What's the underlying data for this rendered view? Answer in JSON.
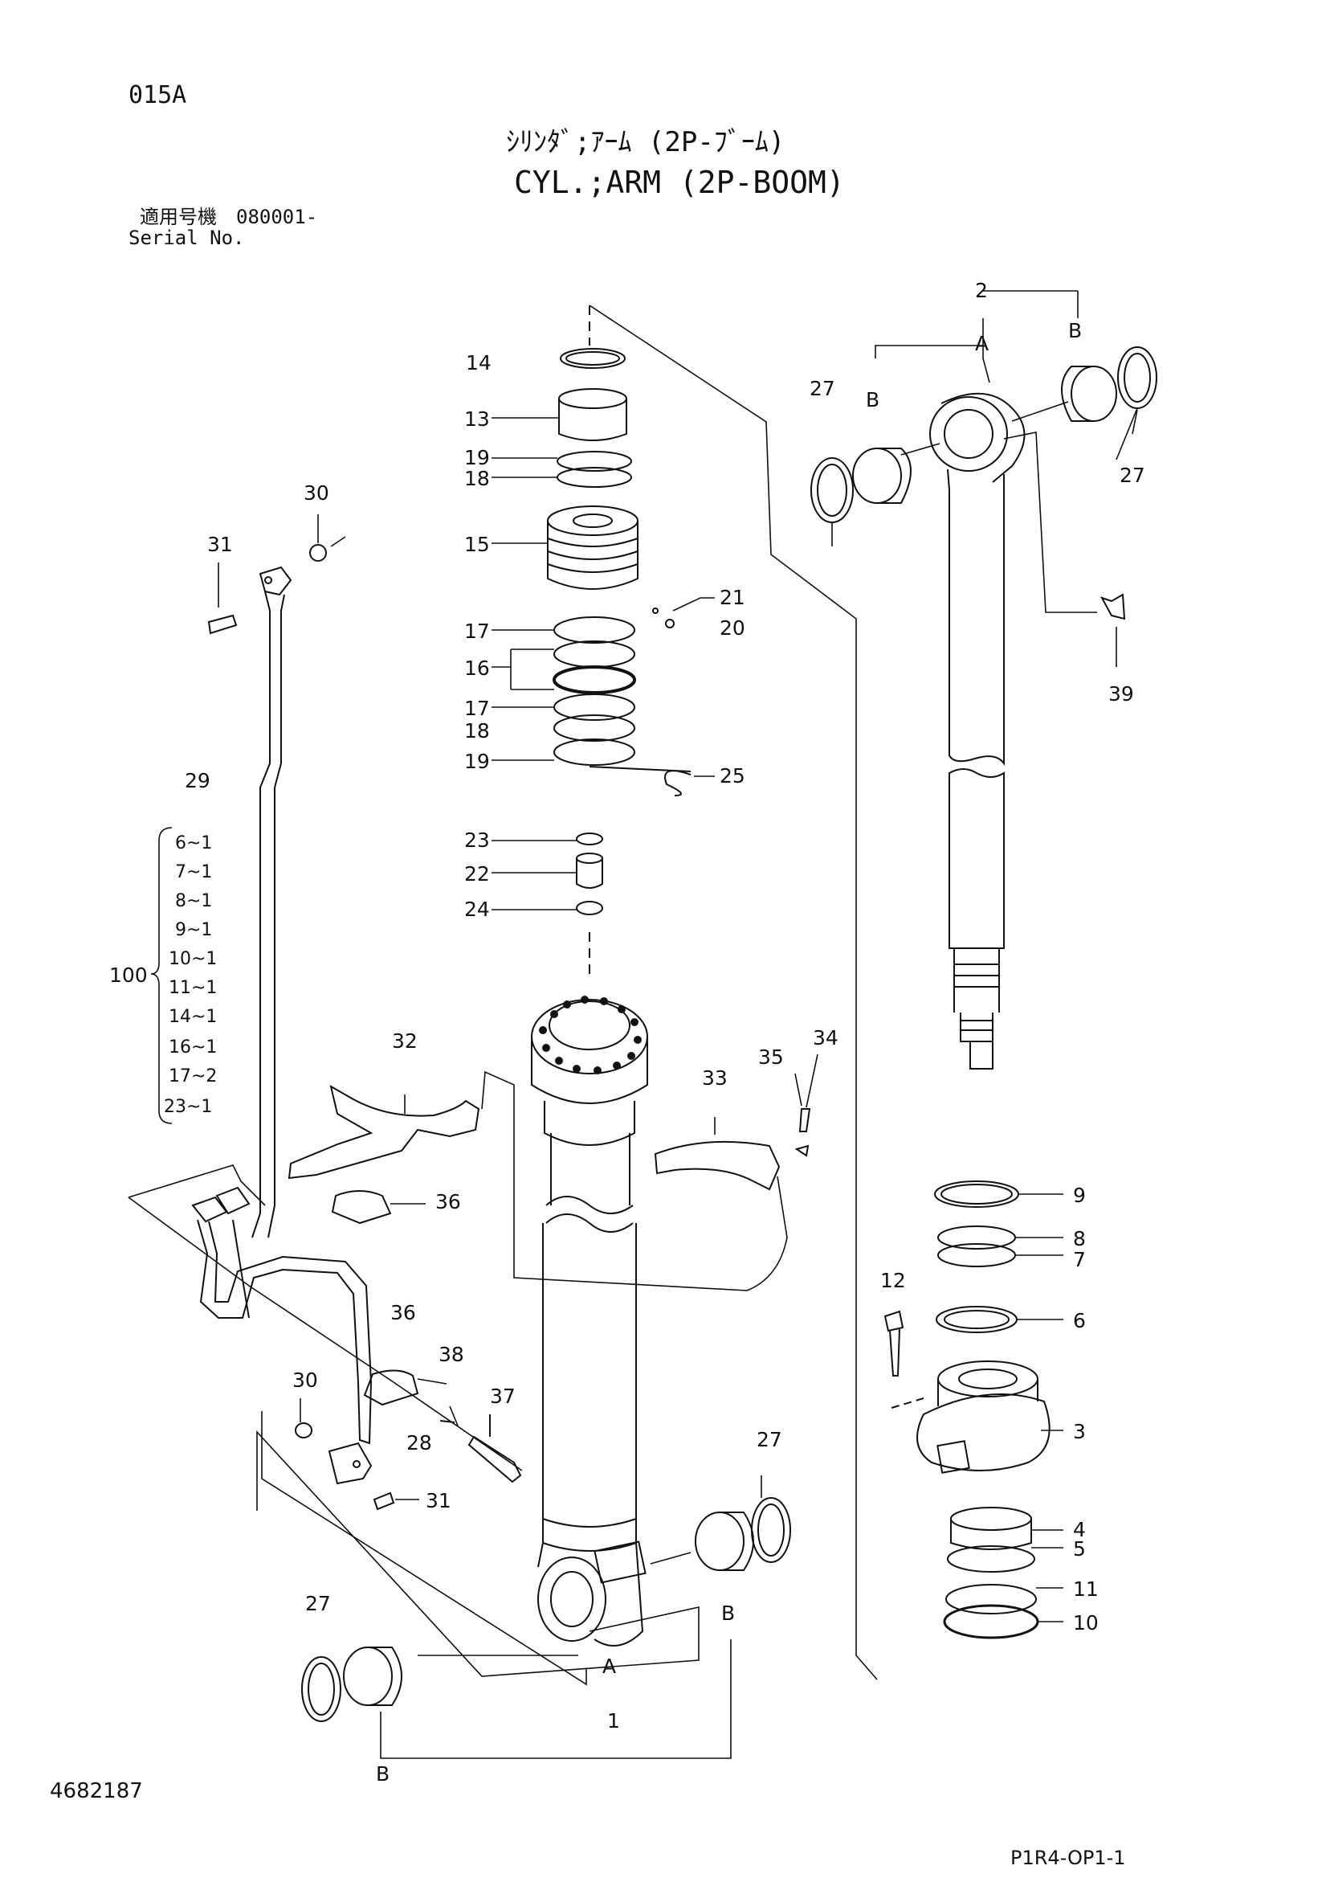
{
  "header": {
    "page_code": "015A",
    "title_jp": "ｼﾘﾝﾀﾞ;ｱｰﾑ (2P-ﾌﾞｰﾑ)",
    "title_en": "CYL.;ARM (2P-BOOM)",
    "serial_jp": "適用号機　080001-",
    "serial_en": "Serial No."
  },
  "footer": {
    "doc_number": "4682187",
    "page_ref": "P1R4-OP1-1"
  },
  "callouts": {
    "c1": "1",
    "c2": "2",
    "c3": "3",
    "c4": "4",
    "c5": "5",
    "c6": "6",
    "c7": "7",
    "c8": "8",
    "c9": "9",
    "c10": "10",
    "c11": "11",
    "c12": "12",
    "c13": "13",
    "c14": "14",
    "c15": "15",
    "c16": "16",
    "c17a": "17",
    "c17b": "17",
    "c18a": "18",
    "c18b": "18",
    "c19a": "19",
    "c19b": "19",
    "c20": "20",
    "c21": "21",
    "c22": "22",
    "c23": "23",
    "c24": "24",
    "c25": "25",
    "c27a": "27",
    "c27b": "27",
    "c27c": "27",
    "c27d": "27",
    "c28": "28",
    "c29": "29",
    "c30a": "30",
    "c30b": "30",
    "c31a": "31",
    "c31b": "31",
    "c32": "32",
    "c33": "33",
    "c34": "34",
    "c35": "35",
    "c36a": "36",
    "c36b": "36",
    "c37": "37",
    "c38": "38",
    "c39": "39",
    "A_top": "A",
    "A_bottom": "A",
    "B1": "B",
    "B2": "B",
    "B3": "B",
    "B4": "B"
  },
  "kit": {
    "number": "100",
    "items": [
      "6~1",
      "7~1",
      "8~1",
      "9~1",
      "10~1",
      "11~1",
      "14~1",
      "16~1",
      "17~2",
      "23~1"
    ]
  }
}
